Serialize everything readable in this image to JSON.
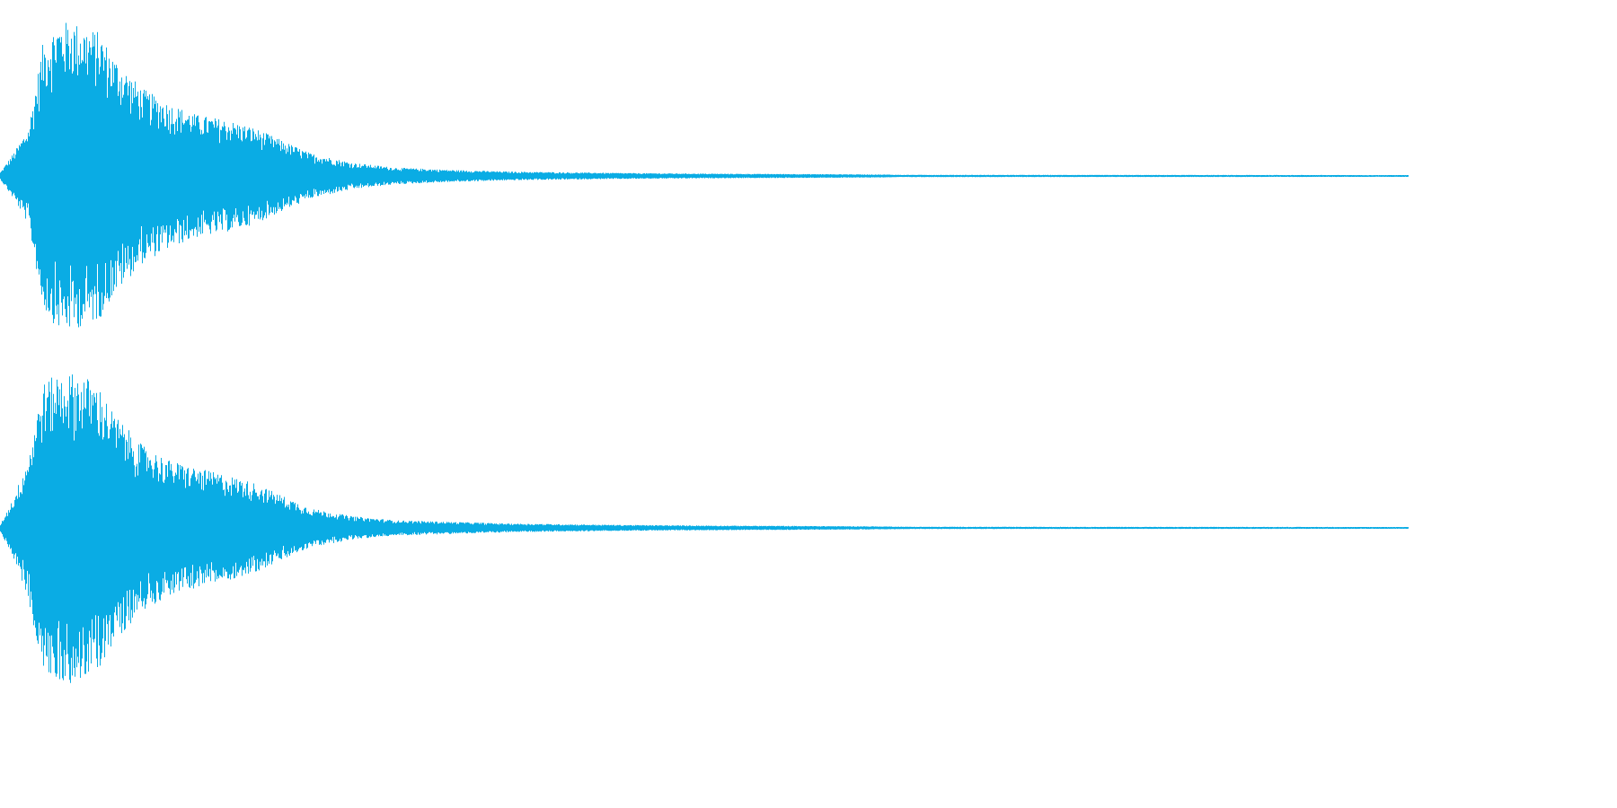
{
  "colors": {
    "background": "#ffffff",
    "waveform": "#0aace4"
  },
  "chart_data": {
    "type": "area",
    "title": "",
    "xlabel": "",
    "ylabel": "",
    "grid": false,
    "legend": "none",
    "x_range": [
      0,
      1
    ],
    "y_range": [
      -1,
      1
    ],
    "series": [
      {
        "channel": 1,
        "envelope": {
          "x": [
            0,
            0.01,
            0.02,
            0.03,
            0.04,
            0.05,
            0.06,
            0.07,
            0.08,
            0.1,
            0.12,
            0.14,
            0.16,
            0.18,
            0.2,
            0.22,
            0.25,
            0.28,
            0.32,
            0.36,
            0.4,
            0.45,
            0.5,
            0.55,
            0.6,
            0.63,
            0.64,
            1.0
          ],
          "peak": [
            0.02,
            0.15,
            0.3,
            0.82,
            0.95,
            0.97,
            0.93,
            0.9,
            0.75,
            0.55,
            0.45,
            0.38,
            0.35,
            0.3,
            0.22,
            0.14,
            0.08,
            0.05,
            0.035,
            0.025,
            0.02,
            0.015,
            0.012,
            0.01,
            0.008,
            0.006,
            0.004,
            0.003
          ]
        }
      },
      {
        "channel": 2,
        "envelope": {
          "x": [
            0,
            0.01,
            0.02,
            0.03,
            0.04,
            0.05,
            0.06,
            0.07,
            0.08,
            0.1,
            0.12,
            0.14,
            0.16,
            0.18,
            0.2,
            0.22,
            0.25,
            0.28,
            0.32,
            0.36,
            0.4,
            0.45,
            0.5,
            0.55,
            0.6,
            0.63,
            0.65,
            1.0
          ],
          "peak": [
            0.02,
            0.2,
            0.45,
            0.9,
            0.96,
            0.97,
            0.95,
            0.88,
            0.72,
            0.52,
            0.42,
            0.37,
            0.33,
            0.28,
            0.2,
            0.12,
            0.07,
            0.045,
            0.035,
            0.025,
            0.02,
            0.015,
            0.012,
            0.01,
            0.008,
            0.006,
            0.004,
            0.003
          ]
        }
      }
    ]
  }
}
